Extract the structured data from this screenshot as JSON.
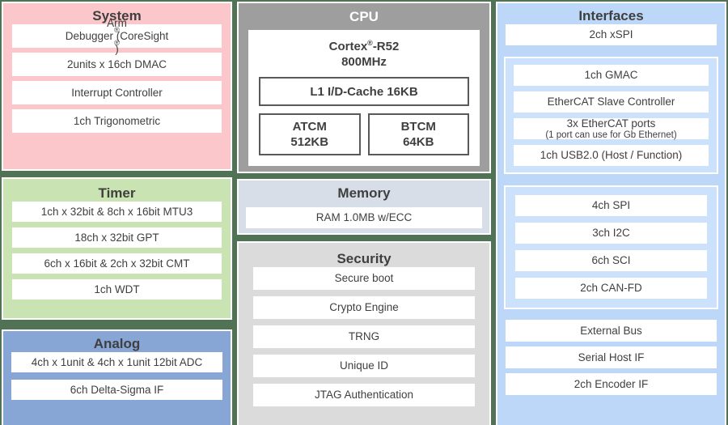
{
  "colors": {
    "page_bg": "#4F7354",
    "text": "#3F3F3F",
    "system_bg": "#FBC7CA",
    "timer_bg": "#C9E3B3",
    "analog_bg": "#88A6D5",
    "cpu_bg": "#9E9E9E",
    "cpu_inner_border": "#595959",
    "memory_bg": "#D8DEE7",
    "security_bg": "#DBDBDB",
    "interfaces_bg": "#BDD7F8",
    "interfaces_group_bg": "#CCE1FB"
  },
  "blocks": {
    "system": {
      "title": "System",
      "items": [
        "Arm® Debugger (CoreSight®)",
        "2units x 16ch DMAC",
        "Interrupt Controller",
        "1ch Trigonometric"
      ]
    },
    "timer": {
      "title": "Timer",
      "items": [
        "1ch x 32bit & 8ch x 16bit MTU3",
        "18ch x 32bit GPT",
        "6ch x 16bit & 2ch x 32bit CMT",
        "1ch WDT"
      ]
    },
    "analog": {
      "title": "Analog",
      "items": [
        "4ch x 1unit & 4ch x 1unit 12bit ADC",
        "6ch Delta-Sigma IF"
      ]
    },
    "cpu": {
      "title": "CPU",
      "core": "Cortex®-R52",
      "frequency": "800MHz",
      "cache": "L1 I/D-Cache 16KB",
      "atcm_name": "ATCM",
      "atcm_size": "512KB",
      "btcm_name": "BTCM",
      "btcm_size": "64KB"
    },
    "memory": {
      "title": "Memory",
      "items": [
        "RAM 1.0MB w/ECC"
      ]
    },
    "security": {
      "title": "Security",
      "items": [
        "Secure boot",
        "Crypto Engine",
        "TRNG",
        "Unique ID",
        "JTAG Authentication"
      ]
    },
    "interfaces": {
      "title": "Interfaces",
      "top_item": "2ch xSPI",
      "ethernet_group": [
        {
          "label": "1ch GMAC"
        },
        {
          "label": "EtherCAT Slave Controller"
        },
        {
          "label": "3x EtherCAT ports",
          "note": "(1 port can use for Gb Ethernet)"
        },
        {
          "label": "1ch USB2.0 (Host / Function)"
        }
      ],
      "serial_group": [
        {
          "label": "4ch SPI"
        },
        {
          "label": "3ch I2C"
        },
        {
          "label": "6ch SCI"
        },
        {
          "label": "2ch CAN-FD"
        }
      ],
      "bottom_items": [
        "External Bus",
        "Serial Host IF",
        "2ch Encoder IF"
      ]
    }
  }
}
